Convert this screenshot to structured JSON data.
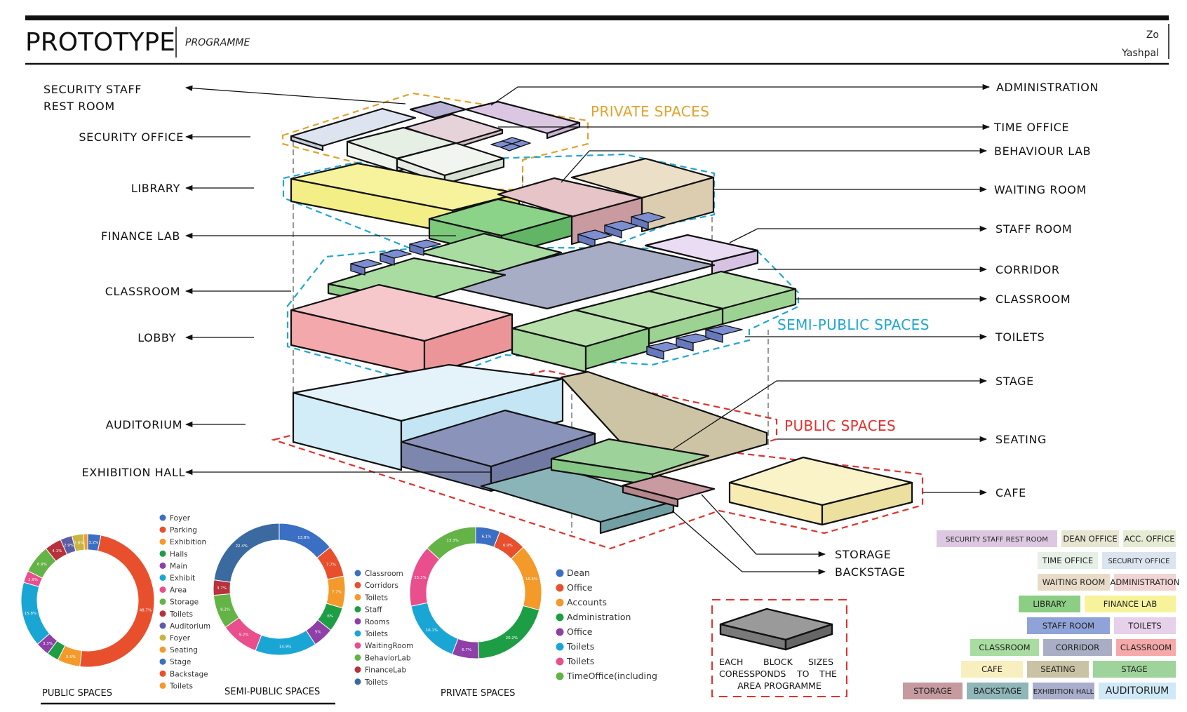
{
  "header": {
    "title": "PROTOTYPE",
    "subtitle": "PROGRAMME",
    "author_line1": "Zo",
    "author_line2": "Yashpal"
  },
  "left_labels": {
    "security_staff_l1": "SECURITY STAFF",
    "security_staff_l2": "REST ROOM",
    "security_office": "SECURITY OFFICE",
    "library": "LIBRARY",
    "finance_lab": "FINANCE LAB",
    "classroom": "CLASSROOM",
    "lobby": "LOBBY",
    "auditorium": "AUDITORIUM",
    "exhibition_hall": "EXHIBITION HALL"
  },
  "right_labels": {
    "administration": "ADMINISTRATION",
    "time_office": "TIME OFFICE",
    "behaviour_lab": "BEHAVIOUR LAB",
    "waiting_room": "WAITING ROOM",
    "staff_room": "STAFF ROOM",
    "corridor": "CORRIDOR",
    "classroom": "CLASSROOM",
    "toilets": "TOILETS",
    "stage": "STAGE",
    "seating": "SEATING",
    "cafe": "CAFE",
    "storage": "STORAGE",
    "backstage": "BACKSTAGE"
  },
  "zones": {
    "private": "PRIVATE SPACES",
    "semi_public": "SEMI-PUBLIC SPACES",
    "public": "PUBLIC SPACES",
    "private_color": "#e2a22c",
    "semi_public_color": "#1fa6cf",
    "public_color": "#e0312e"
  },
  "note": {
    "line1a": "EACH",
    "line1b": "BLOCK",
    "line1c": "SIZES",
    "line2a": "CORESSPONDS",
    "line2b": "TO",
    "line2c": "THE",
    "line3": "AREA PROGRAMME"
  },
  "donut_public": {
    "caption": "PUBLIC SPACES",
    "legend": [
      "Foyer",
      "Parking",
      "Exhibition",
      "Halls",
      "Main",
      "Exhibit",
      "Area",
      "Storage",
      "Toilets",
      "Auditorium",
      "Foyer",
      "Seating",
      "Stage",
      "Backstage",
      "Toilets"
    ],
    "values": [
      3.2,
      48.7,
      5.5,
      2.9,
      3.3,
      15.8,
      2.9,
      6.9,
      4.1,
      2.9,
      2.8,
      1.0
    ],
    "colors": [
      "#3b6fc4",
      "#e8502d",
      "#f39a2a",
      "#1e9e44",
      "#8e3fa8",
      "#1aa6d4",
      "#e84f8c",
      "#64b346",
      "#b7323a",
      "#5b5ea6",
      "#c8b440",
      "#f39a2a"
    ],
    "labels": [
      "3.2%",
      "48.7%",
      "5.5%",
      "",
      "3.3%",
      "15.8%",
      "2.9%",
      "6.9%",
      "4.1%",
      "2.9%",
      "2.8%",
      ""
    ]
  },
  "donut_semi": {
    "caption": "SEMI-PUBLIC SPACES",
    "legend": [
      "Classroom",
      "Corridors",
      "Toilets",
      "Staff",
      "Rooms",
      "Toilets",
      "WaitingRoom",
      "BehaviorLab",
      "FinanceLab",
      "Toilets"
    ],
    "values": [
      13.8,
      7.7,
      7.7,
      6.0,
      5.0,
      14.9,
      9.2,
      8.2,
      3.7,
      22.4
    ],
    "colors": [
      "#3b6fc4",
      "#e8502d",
      "#f39a2a",
      "#1e9e44",
      "#8e3fa8",
      "#1aa6d4",
      "#e84f8c",
      "#64b346",
      "#b7323a",
      "#3a6aa0"
    ],
    "labels": [
      "13.8%",
      "7.7%",
      "7.7%",
      "6%",
      "5%",
      "14.9%",
      "9.2%",
      "8.2%",
      "3.7%",
      "22.4%"
    ]
  },
  "donut_private": {
    "caption": "PRIVATE SPACES",
    "legend": [
      "Dean",
      "Office",
      "Accounts",
      "Administration",
      "Office",
      "Toilets",
      "Toilets",
      "TimeOffice(including"
    ],
    "values": [
      6.1,
      6.9,
      16.6,
      20.2,
      6.7,
      16.1,
      15.3,
      13.3
    ],
    "colors": [
      "#3b6fc4",
      "#e8502d",
      "#f39a2a",
      "#1e9e44",
      "#8e3fa8",
      "#1aa6d4",
      "#e84f8c",
      "#64b346"
    ],
    "labels": [
      "6.1%",
      "6.9%",
      "16.6%",
      "20.2%",
      "6.7%",
      "16.1%",
      "15.3%",
      "13.3%"
    ]
  },
  "color_key": [
    {
      "label": "SECURITY STAFF REST ROOM",
      "color": "#dcc8e0"
    },
    {
      "label": "DEAN OFFICE",
      "color": "#e6e6d2"
    },
    {
      "label": "ACC. OFFICE",
      "color": "#e6ecd4"
    },
    {
      "label": "TIME OFFICE",
      "color": "#e6f0e6"
    },
    {
      "label": "SECURITY OFFICE",
      "color": "#dbe4ef"
    },
    {
      "label": "WAITING ROOM",
      "color": "#e8dcc8"
    },
    {
      "label": "ADMINISTRATION",
      "color": "#f1d5d5"
    },
    {
      "label": "LIBRARY",
      "color": "#8ccf84"
    },
    {
      "label": "FINANCE LAB",
      "color": "#f7f39a"
    },
    {
      "label": "STAFF ROOM",
      "color": "#8fa3d9"
    },
    {
      "label": "TOILETS",
      "color": "#e6d0ea"
    },
    {
      "label": "CLASSROOM",
      "color": "#a8dca0"
    },
    {
      "label": "CORRIDOR",
      "color": "#a9aec4"
    },
    {
      "label": "CLASSROOM",
      "color": "#f6a9a9"
    },
    {
      "label": "CAFE",
      "color": "#f8efbe"
    },
    {
      "label": "SEATING",
      "color": "#c9c2a4"
    },
    {
      "label": "STAGE",
      "color": "#9ed39b"
    },
    {
      "label": "STORAGE",
      "color": "#c79a9f"
    },
    {
      "label": "BACKSTAGE",
      "color": "#8fb6b9"
    },
    {
      "label": "EXHIBITION HALL",
      "color": "#a8aecb"
    },
    {
      "label": "AUDITORIUM",
      "color": "#cfe9f6"
    }
  ]
}
